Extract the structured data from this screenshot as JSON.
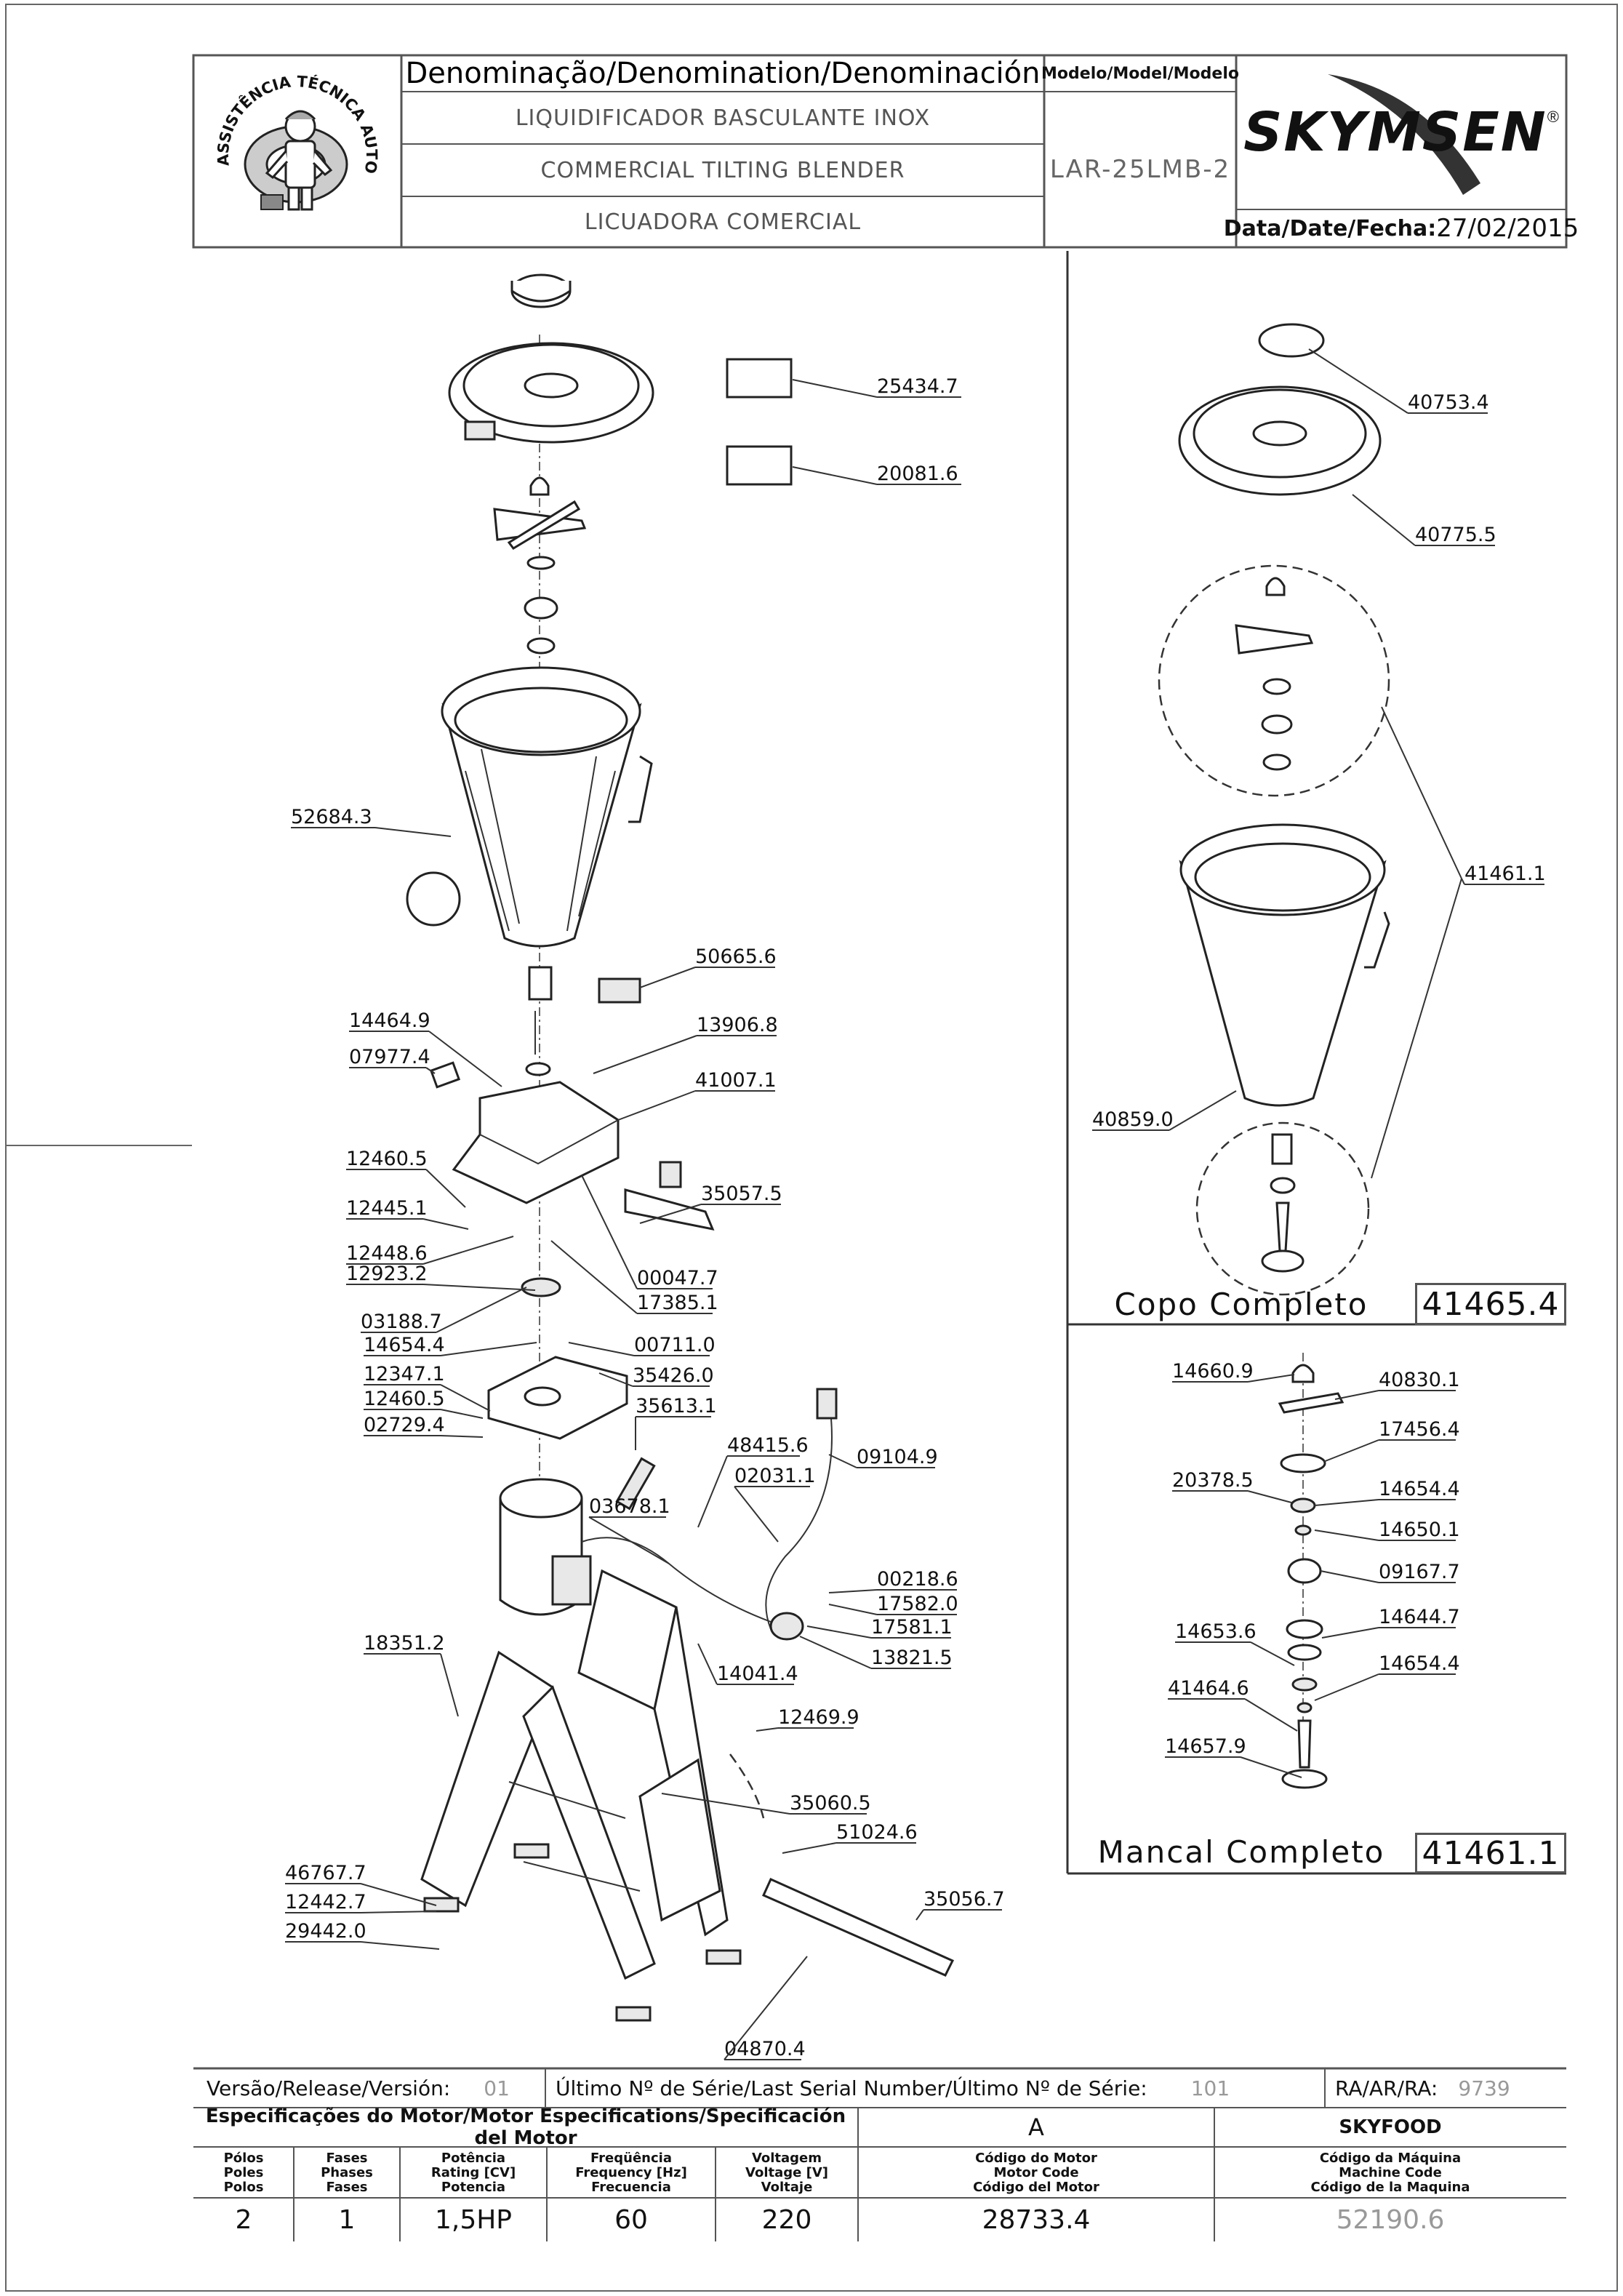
{
  "header": {
    "denomination_label": "Denominação/Denomination/Denominación",
    "model_label": "Modelo/Model/Modelo",
    "name_pt": "LIQUIDIFICADOR BASCULANTE INOX",
    "name_en": "COMMERCIAL TILTING BLENDER",
    "name_es": "LICUADORA COMERCIAL",
    "model": "LAR-25LMB-2",
    "brand": "SKYMSEN",
    "brand_mark": "®",
    "date_label": "Data/Date/Fecha:",
    "date": "27/02/2015",
    "seal_text": "ASSISTÊNCIA TÉCNICA AUTORIZADA"
  },
  "main_parts": [
    {
      "code": "25434.7"
    },
    {
      "code": "20081.6"
    },
    {
      "code": "52684.3"
    },
    {
      "code": "50665.6"
    },
    {
      "code": "14464.9"
    },
    {
      "code": "13906.8"
    },
    {
      "code": "07977.4"
    },
    {
      "code": "41007.1"
    },
    {
      "code": "12460.5"
    },
    {
      "code": "35057.5"
    },
    {
      "code": "12445.1"
    },
    {
      "code": "12448.6"
    },
    {
      "code": "00047.7"
    },
    {
      "code": "12923.2"
    },
    {
      "code": "17385.1"
    },
    {
      "code": "03188.7"
    },
    {
      "code": "14654.4"
    },
    {
      "code": "00711.0"
    },
    {
      "code": "12347.1"
    },
    {
      "code": "35426.0"
    },
    {
      "code": "12460.5"
    },
    {
      "code": "02729.4"
    },
    {
      "code": "35613.1"
    },
    {
      "code": "48415.6"
    },
    {
      "code": "02031.1"
    },
    {
      "code": "09104.9"
    },
    {
      "code": "03678.1"
    },
    {
      "code": "00218.6"
    },
    {
      "code": "17582.0"
    },
    {
      "code": "17581.1"
    },
    {
      "code": "13821.5"
    },
    {
      "code": "18351.2"
    },
    {
      "code": "14041.4"
    },
    {
      "code": "12469.9"
    },
    {
      "code": "35060.5"
    },
    {
      "code": "51024.6"
    },
    {
      "code": "46767.7"
    },
    {
      "code": "35056.7"
    },
    {
      "code": "12442.7"
    },
    {
      "code": "29442.0"
    },
    {
      "code": "04870.4"
    }
  ],
  "cup_assembly": {
    "title": "Copo Completo",
    "code": "41465.4",
    "parts": [
      {
        "code": "40753.4"
      },
      {
        "code": "40775.5"
      },
      {
        "code": "41461.1"
      },
      {
        "code": "40859.0"
      }
    ]
  },
  "bearing_assembly": {
    "title": "Mancal Completo",
    "code": "41461.1",
    "parts": [
      {
        "code": "14660.9"
      },
      {
        "code": "40830.1"
      },
      {
        "code": "17456.4"
      },
      {
        "code": "20378.5"
      },
      {
        "code": "14654.4"
      },
      {
        "code": "14650.1"
      },
      {
        "code": "09167.7"
      },
      {
        "code": "14653.6"
      },
      {
        "code": "14644.7"
      },
      {
        "code": "41464.6"
      },
      {
        "code": "14654.4"
      },
      {
        "code": "14657.9"
      }
    ]
  },
  "footer": {
    "version_label": "Versão/Release/Versión:",
    "version": "01",
    "serial_label": "Último Nº de Série/Last Serial Number/Último Nº de Série:",
    "serial": "101",
    "ra_label": "RA/AR/RA:",
    "ra": "9739",
    "motor_spec_label": "Especificações do Motor/Motor Especifications/Specificación del Motor",
    "motor_letter": "A",
    "manufacturer": "SKYFOOD",
    "spec_headers": [
      "Pólos\nPoles\nPolos",
      "Fases\nPhases\nFases",
      "Potência\nRating [CV]\nPotencia",
      "Freqüência\nFrequency [Hz]\nFrecuencia",
      "Voltagem\nVoltage [V]\nVoltaje",
      "Código do Motor\nMotor Code\nCódigo del Motor",
      "Código da Máquina\nMachine Code\nCódigo de la Maquina"
    ],
    "spec_values": [
      "2",
      "1",
      "1,5HP",
      "60",
      "220",
      "28733.4",
      "52190.6"
    ]
  }
}
